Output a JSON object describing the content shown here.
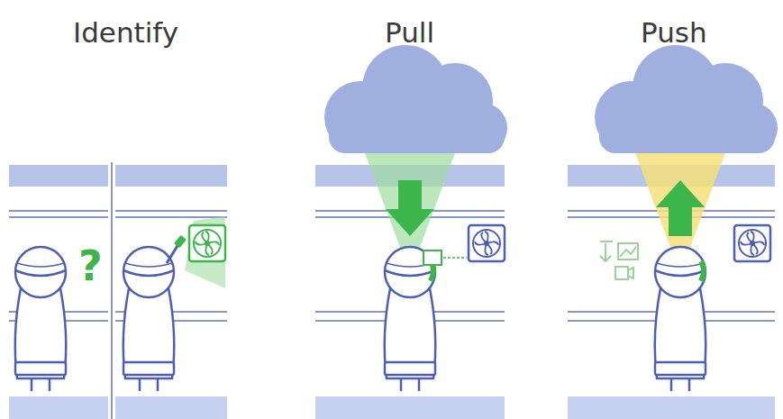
{
  "diagram": {
    "labels": [
      "Identify",
      "Pull",
      "Push",
      "?"
    ]
  }
}
